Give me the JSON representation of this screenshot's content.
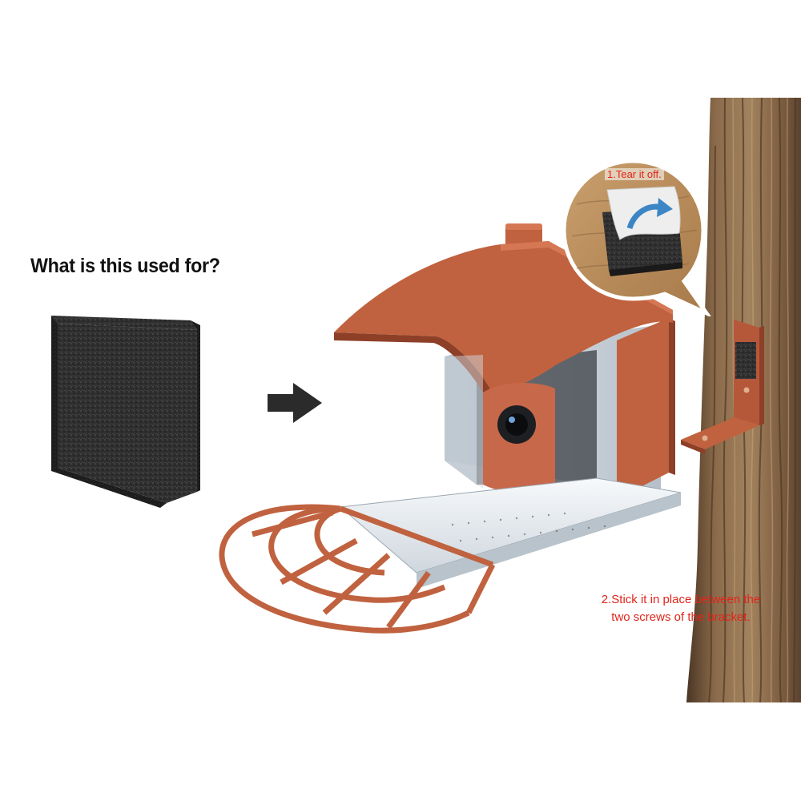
{
  "question": "What is this used for?",
  "steps": {
    "tear": "1.Tear it off.",
    "stick_line1": "2.Stick it in place between the",
    "stick_line2": "two screws of the bracket."
  },
  "colors": {
    "feeder_orange": "#c0623f",
    "step_text_red": "#e1251b",
    "foam_gray": "#2d2d2d",
    "bark_brown": "#7a5a3e"
  },
  "icons": {
    "arrow": "right-arrow-icon",
    "curved_arrow": "curved-arrow-icon"
  }
}
